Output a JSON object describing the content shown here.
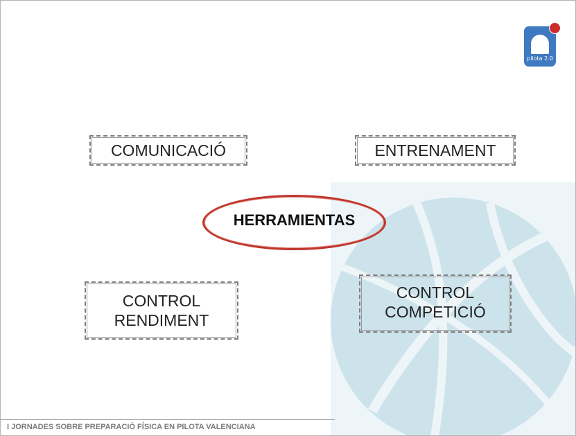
{
  "slide": {
    "center_label": "HERRAMIENTAS",
    "boxes": {
      "comunicacio": [
        "COMUNICACIÓ"
      ],
      "entrenament": [
        "ENTRENAMENT"
      ],
      "control_rendiment": [
        "CONTROL",
        "RENDIMENT"
      ],
      "control_competicio": [
        "CONTROL",
        "COMPETICIÓ"
      ]
    },
    "footer": "I JORNADES SOBRE PREPARACIÓ FÍSICA EN PILOTA VALENCIANA",
    "logo": {
      "text": "pilota 2.0",
      "icon": "pilota-logo-icon"
    },
    "colors": {
      "ellipse_stroke": "#c0362c",
      "ball_fill": "#cde3ec",
      "logo_blue": "#3f79bf",
      "logo_dot": "#cc2b2b"
    }
  }
}
